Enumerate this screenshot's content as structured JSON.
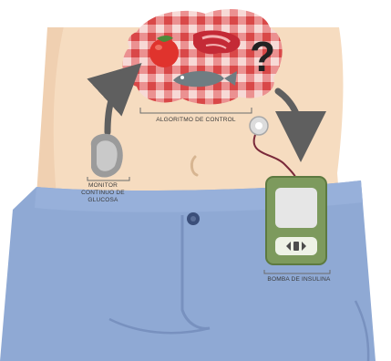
{
  "labels": {
    "algorithm": "ALGORITMO DE CONTROL",
    "monitor": "MONITOR CONTINUO DE GLUCOSA",
    "pump": "BOMBA DE INSULINA"
  },
  "brain_question_mark": "?",
  "colors": {
    "skin": "#f6dcc0",
    "jeans": "#8fa9d4",
    "jeans_dark": "#7b96c4",
    "checker_red": "#e25454",
    "checker_light": "#f3c6c2",
    "pump_body": "#7d9a5d",
    "pump_screen": "#e6e6e6",
    "arrow": "#5f5f5f"
  },
  "icons": [
    "tomato-icon",
    "meat-icon",
    "fish-icon",
    "question-mark-icon",
    "glucose-sensor-icon",
    "infusion-set-icon",
    "insulin-pump-icon"
  ]
}
